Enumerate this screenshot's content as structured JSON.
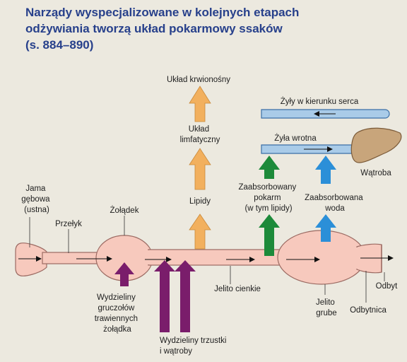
{
  "title": {
    "line1": "Narządy wyspecjalizowane w kolejnych etapach",
    "line2": "odżywiania tworzą układ pokarmowy ssaków",
    "line3": "(s. 884–890)"
  },
  "labels": {
    "jama": [
      "Jama",
      "gębowa",
      "(ustna)"
    ],
    "przelyk": "Przełyk",
    "zoladek": "Żołądek",
    "wydzieliny_zoladka": [
      "Wydzieliny",
      "gruczołów",
      "trawiennych",
      "żołądka"
    ],
    "wydzieliny_trzustki": [
      "Wydzieliny trzustki",
      "i wątroby"
    ],
    "jelito_cienkie": "Jelito cienkie",
    "jelito_grube": [
      "Jelito",
      "grube"
    ],
    "odbytnica": "Odbytnica",
    "odbyt": "Odbyt",
    "lipidy": "Lipidy",
    "uklad_limfatyczny": [
      "Układ",
      "limfatyczny"
    ],
    "uklad_krwionosny": "Układ krwionośny",
    "zaabsorbowany_pokarm": [
      "Zaabsorbowany",
      "pokarm",
      "(w tym lipidy)"
    ],
    "zaabsorbowana_woda": [
      "Zaabsorbowana",
      "woda"
    ],
    "zyly": "Żyły w kierunku serca",
    "zyla_wrotna": "Żyła wrotna",
    "watroba": "Wątroba"
  },
  "colors": {
    "tract": "#f7c9bd",
    "tract_stroke": "#9b6a62",
    "vessel": "#a9cbe8",
    "orange_arrow": "#f2b05e",
    "purple_arrow": "#7a1d6b",
    "green_arrow": "#1d8a3a",
    "blue_arrow": "#2b8fd8",
    "liver": "#c8a57b",
    "title": "#27408b"
  }
}
